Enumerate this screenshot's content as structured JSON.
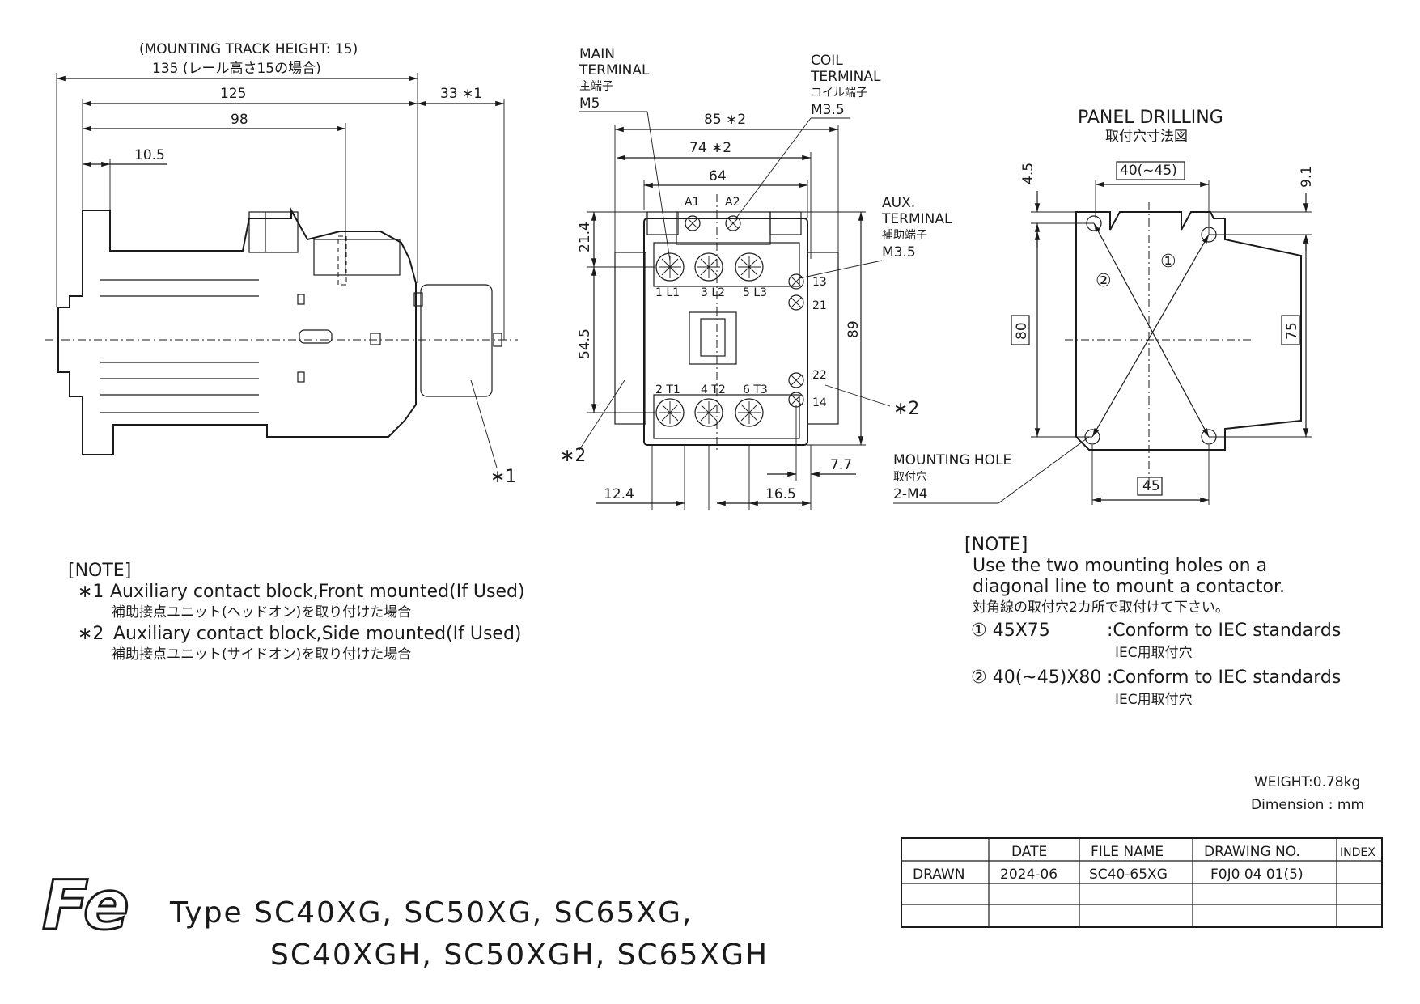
{
  "side_view": {
    "track_height_note": "(MOUNTING TRACK HEIGHT: 15)",
    "dim_135": "135 (レール高さ15の場合)",
    "dim_125": "125",
    "dim_98": "98",
    "dim_10_5": "10.5",
    "dim_33": "33 ∗1",
    "callout_1": "∗1"
  },
  "front_view": {
    "main_terminal_en1": "MAIN",
    "main_terminal_en2": "TERMINAL",
    "main_terminal_jp": "主端子",
    "main_terminal_size": "M5",
    "coil_terminal_en1": "COIL",
    "coil_terminal_en2": "TERMINAL",
    "coil_terminal_jp": "コイル端子",
    "coil_terminal_size": "M3.5",
    "aux_terminal_en1": "AUX.",
    "aux_terminal_en2": "TERMINAL",
    "aux_terminal_jp": "補助端子",
    "aux_terminal_size": "M3.5",
    "dim_85": "85 ∗2",
    "dim_74": "74 ∗2",
    "dim_64": "64",
    "dim_21_4": "21.4",
    "dim_54_5": "54.5",
    "dim_89": "89",
    "dim_12_4": "12.4",
    "dim_16_5": "16.5",
    "dim_7_7": "7.7",
    "coil_a1": "A1",
    "coil_a2": "A2",
    "term_l1": "1 L1",
    "term_l2": "3 L2",
    "term_l3": "5 L3",
    "term_t1": "2 T1",
    "term_t2": "4 T2",
    "term_t3": "6 T3",
    "aux_13": "13",
    "aux_21": "21",
    "aux_22": "22",
    "aux_14": "14",
    "callout_2a": "∗2",
    "callout_2b": "∗2",
    "mounting_hole_en": "MOUNTING HOLE",
    "mounting_hole_jp": "取付穴",
    "mounting_hole_size": "2-M4"
  },
  "panel_drilling": {
    "title_en": "PANEL DRILLING",
    "title_jp": "取付穴寸法図",
    "dim_40_45": "40(~45)",
    "dim_4_5": "4.5",
    "dim_9_1": "9.1",
    "dim_80": "80",
    "dim_75": "75",
    "dim_45": "45",
    "circle_1": "①",
    "circle_2": "②"
  },
  "notes_left": {
    "heading": "[NOTE]",
    "n1_mark": "∗1",
    "n1_en": "Auxiliary contact block,Front mounted(If Used)",
    "n1_jp": "補助接点ユニット(ヘッドオン)を取り付けた場合",
    "n2_mark": "∗2",
    "n2_en": "Auxiliary contact block,Side mounted(If Used)",
    "n2_jp": "補助接点ユニット(サイドオン)を取り付けた場合"
  },
  "notes_right": {
    "heading": "[NOTE]",
    "line1": "Use the two mounting holes on a",
    "line2": "diagonal line to mount a contactor.",
    "line3_jp": "対角線の取付穴2カ所で取付けて下さい。",
    "item1_label": "① 45X75",
    "item1_text": ":Conform to IEC standards",
    "item1_jp": "IEC用取付穴",
    "item2_label": "② 40(~45)X80",
    "item2_text": ":Conform to IEC standards",
    "item2_jp": "IEC用取付穴"
  },
  "meta": {
    "weight": "WEIGHT:0.78kg",
    "dimension": "Dimension : mm"
  },
  "title_block": {
    "headers": [
      "",
      "DATE",
      "FILE NAME",
      "DRAWING NO.",
      "INDEX"
    ],
    "row1": [
      "DRAWN",
      "2024-06",
      "SC40-65XG",
      "F0J0 04 01(5)",
      ""
    ]
  },
  "brand": {
    "logo_text": "Fe",
    "type_line1": "Type SC40XG, SC50XG, SC65XG,",
    "type_line2": "SC40XGH, SC50XGH, SC65XGH"
  }
}
